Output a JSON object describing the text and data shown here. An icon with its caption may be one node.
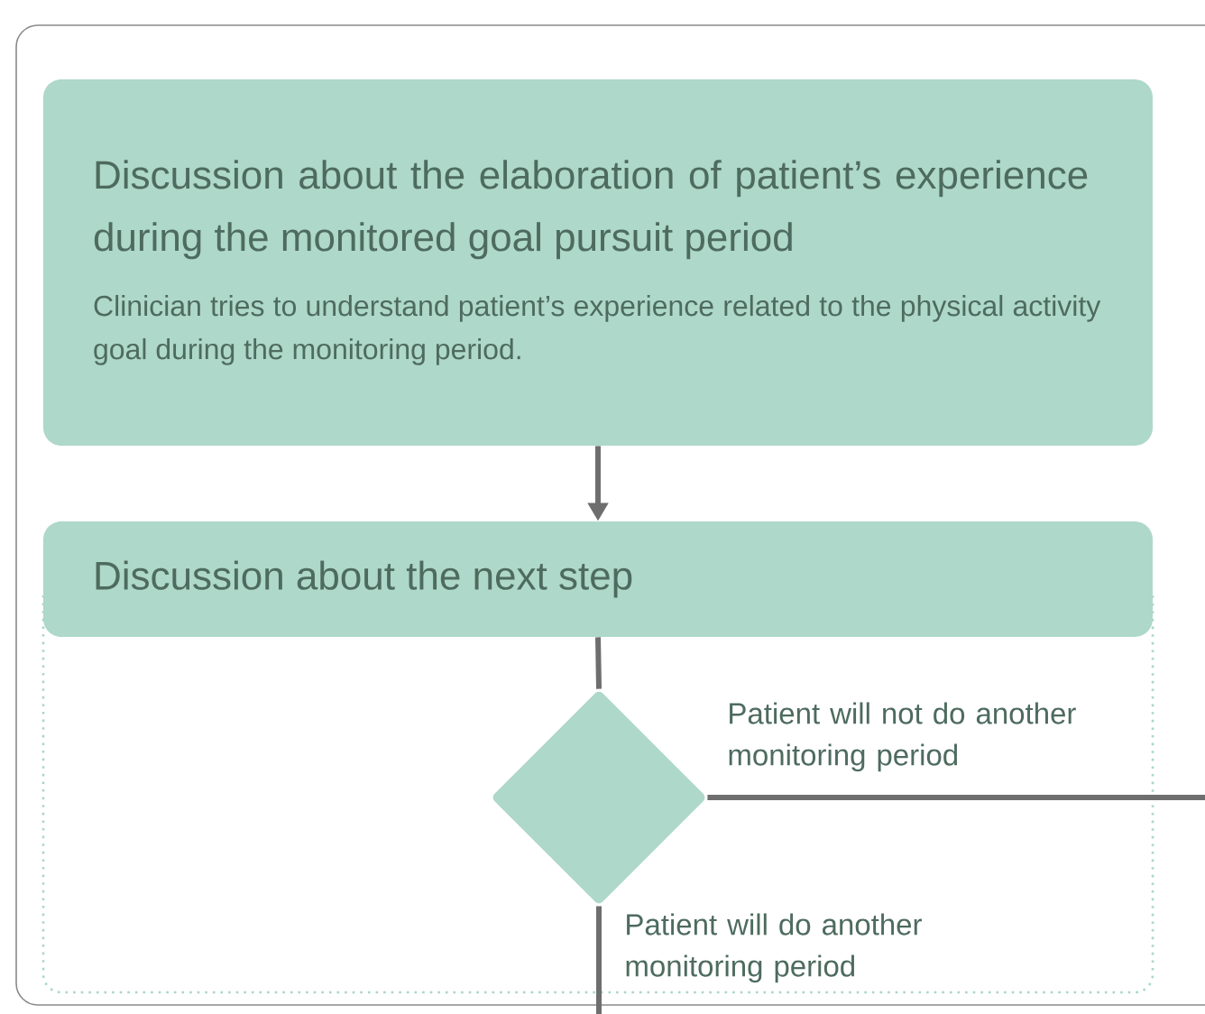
{
  "diagram": {
    "nodes": [
      {
        "text": [
          "Discussion about the elaboration of patient’s experience during the monitored goal pursuit period",
          "Clinician tries to understand patient’s experience related to the physical activity goal during the monitoring period."
        ]
      },
      {
        "text": [
          "Discussion about the next step"
        ]
      },
      {
        "text": [],
        "shape": "diamond"
      }
    ],
    "edges": [
      {
        "from": 0,
        "to": 1,
        "arrow": "to"
      },
      {
        "from": 1,
        "to": 2,
        "arrow": "none"
      },
      {
        "from": 2,
        "to": null,
        "arrow": "none",
        "label": "Patient will not do another monitoring period"
      },
      {
        "from": 2,
        "to": null,
        "arrow": "none",
        "label": "Patient will do another monitoring period"
      }
    ]
  }
}
